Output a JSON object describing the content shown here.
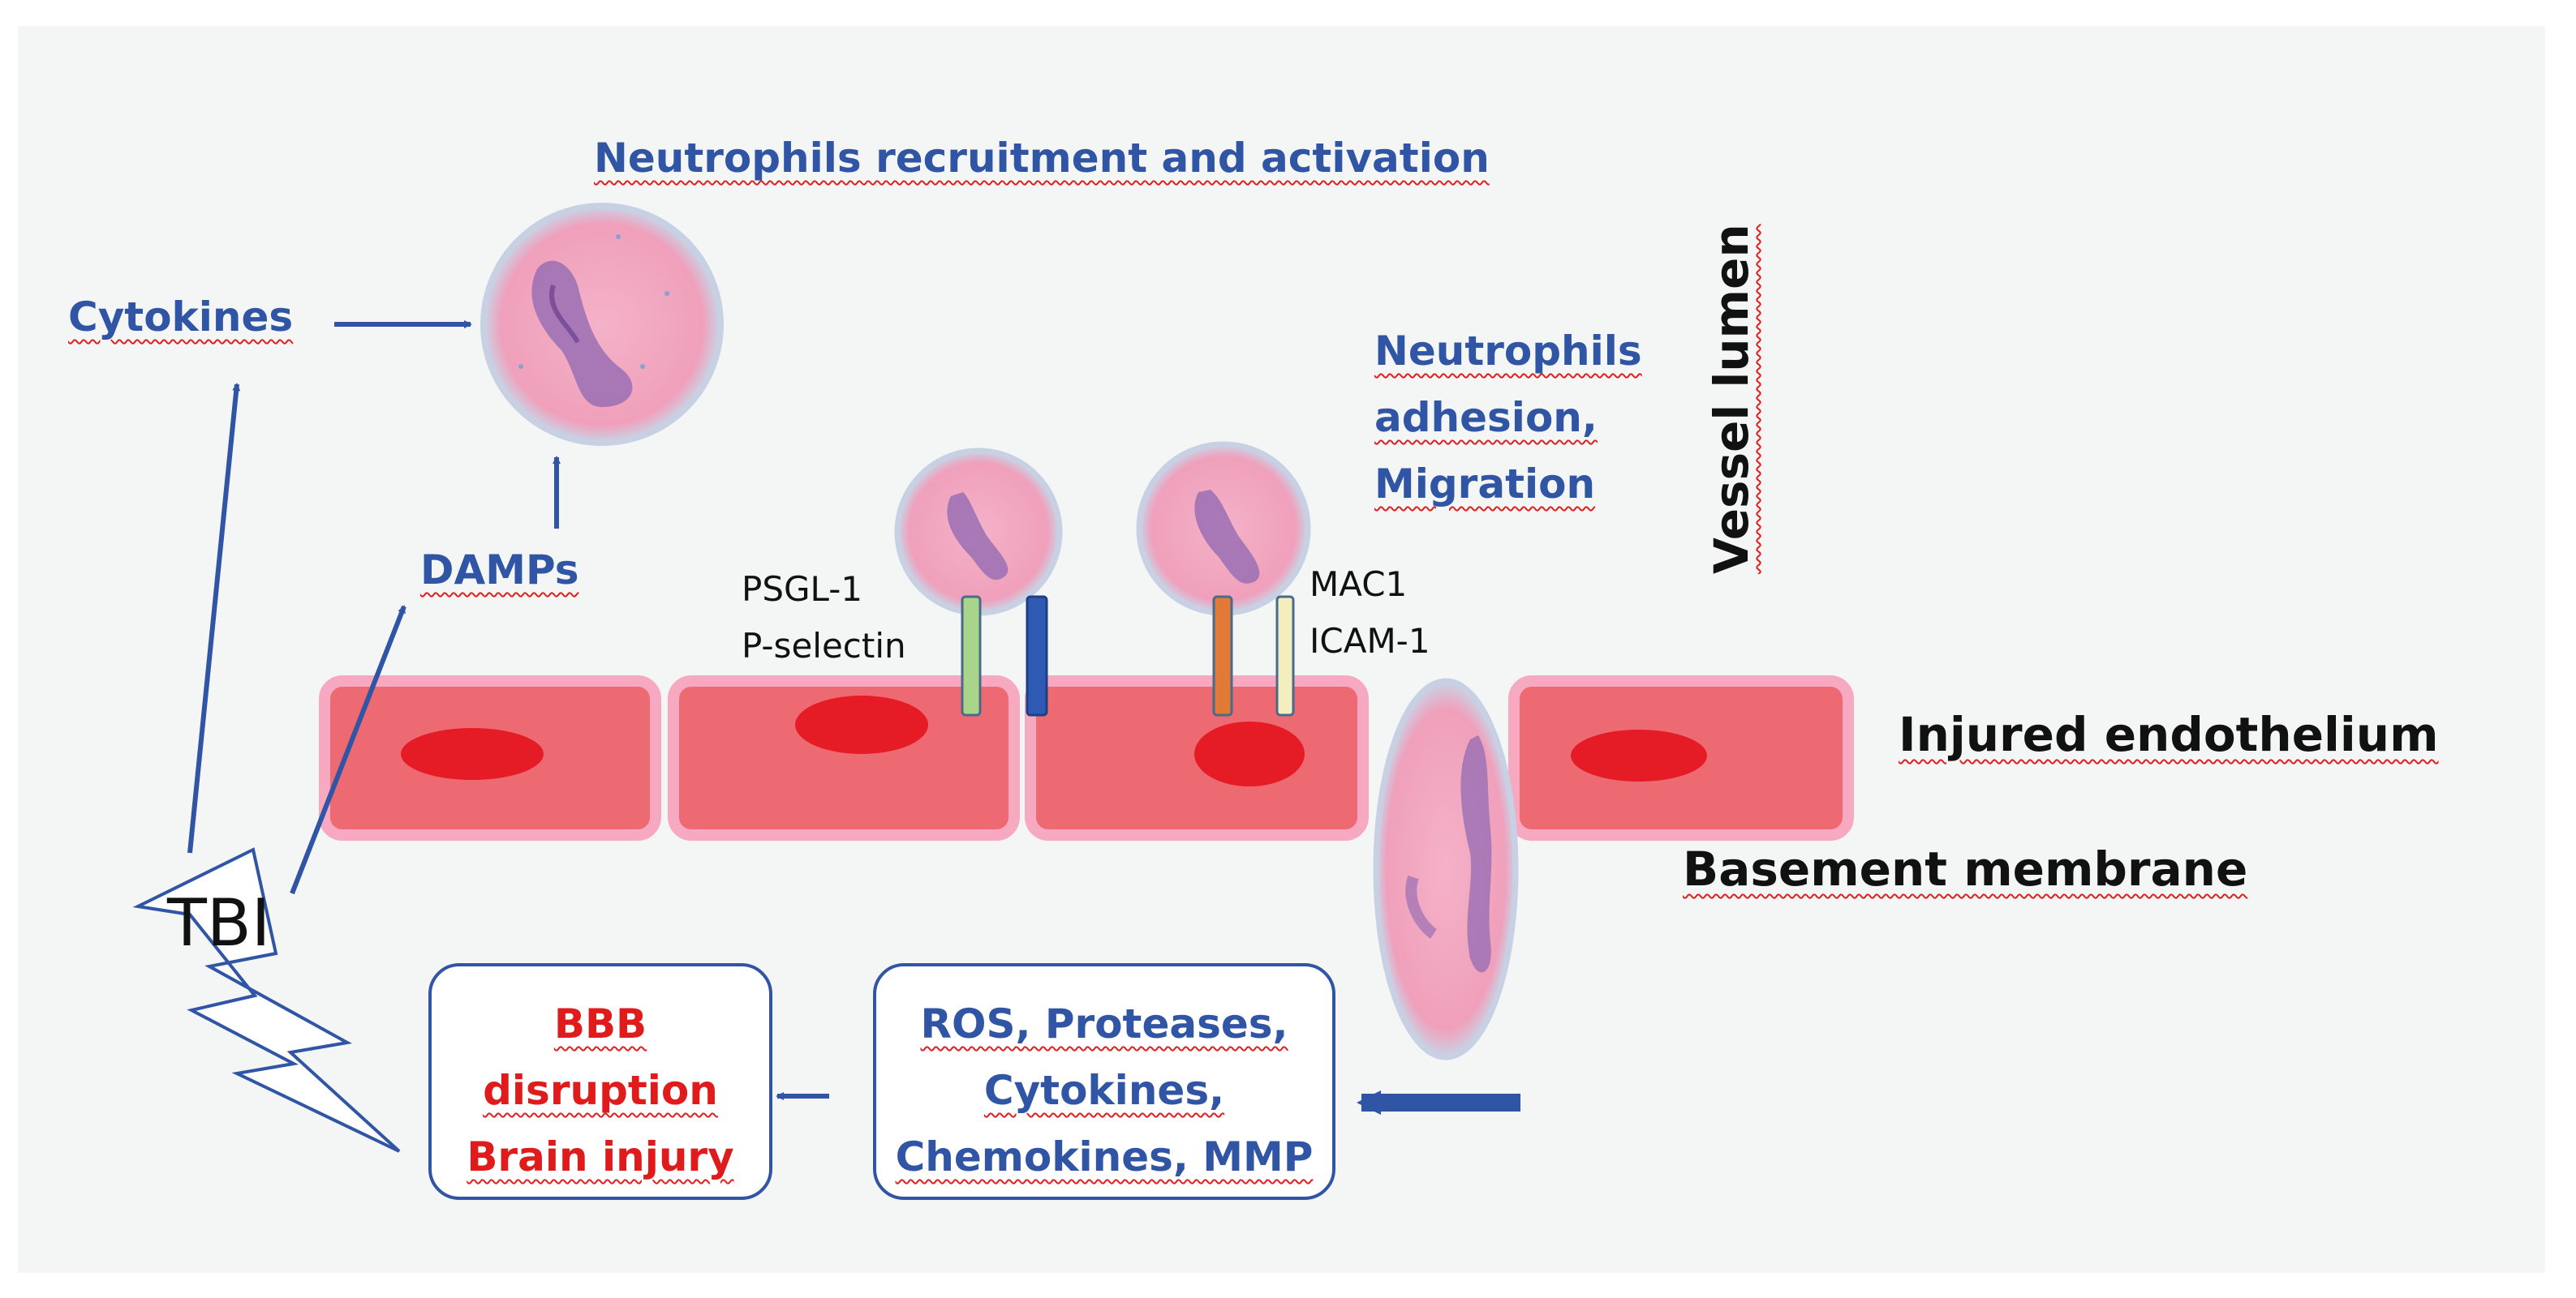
{
  "labels": {
    "recruitment": "Neutrophils recruitment and activation",
    "cytokines": "Cytokines",
    "damps": "DAMPs",
    "adhesion_lines": [
      "Neutrophils",
      "adhesion,",
      "Migration"
    ],
    "vessel_lumen": "Vessel lumen",
    "psgl1": "PSGL-1",
    "pselectin": "P-selectin",
    "mac1": "MAC1",
    "icam1": "ICAM-1",
    "injured_endothelium": "Injured endothelium",
    "basement_membrane": "Basement membrane",
    "tbi": "TBI"
  },
  "boxes": {
    "bbb_lines": [
      "BBB",
      "disruption",
      "Brain injury"
    ],
    "ros_lines": [
      "ROS, Proteases,",
      "Cytokines,",
      "Chemokines, MMP"
    ]
  },
  "colors": {
    "arrow": "#2f55a4",
    "cell_fill": "#f2a6be",
    "endothelium": "#ee6a72",
    "nucleus": "#e51b25",
    "psgl1_bar": "#a9d58a",
    "pselectin_bar": "#2f5ab4",
    "mac1_bar": "#e07a36",
    "icam1_bar": "#f3eec0"
  }
}
